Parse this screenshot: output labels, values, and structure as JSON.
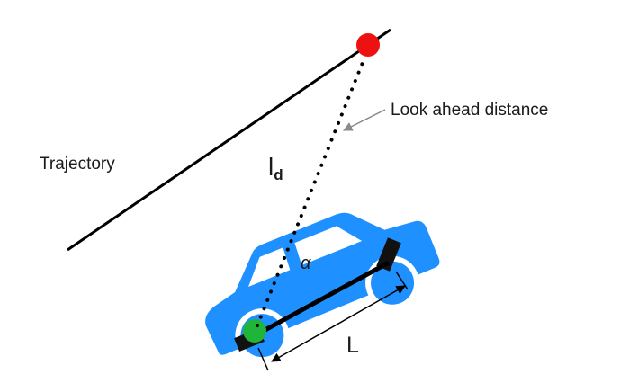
{
  "labels": {
    "trajectory": "Trajectory",
    "look_ahead": "Look ahead distance",
    "ld_main": "l",
    "ld_sub": "d",
    "alpha": "α",
    "wheelbase": "L"
  },
  "colors": {
    "car_body": "#1E90FF",
    "wheel": "#111111",
    "target_point": "#EE1111",
    "rear_axle_point": "#1FB53A",
    "trajectory_line": "#000000",
    "pointer_arrow": "#8A8A8A",
    "window": "#FFFFFF"
  },
  "icons": {
    "target": "red-goal-point",
    "rear": "green-rear-axle-point",
    "car": "car-side-view-icon"
  }
}
